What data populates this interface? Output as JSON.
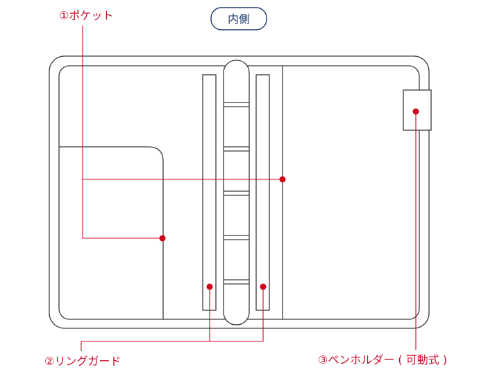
{
  "title": "内側",
  "callouts": {
    "pocket": "①ポケット",
    "ring_guard": "②リングガード",
    "pen_holder": "③ペンホルダー ( 可動式 )"
  },
  "colors": {
    "outline": "#3a3a3a",
    "callout": "#d0021b",
    "title_border": "#1e3a6e",
    "label_text": "#c8102e",
    "title_text": "#1e3a6e"
  }
}
